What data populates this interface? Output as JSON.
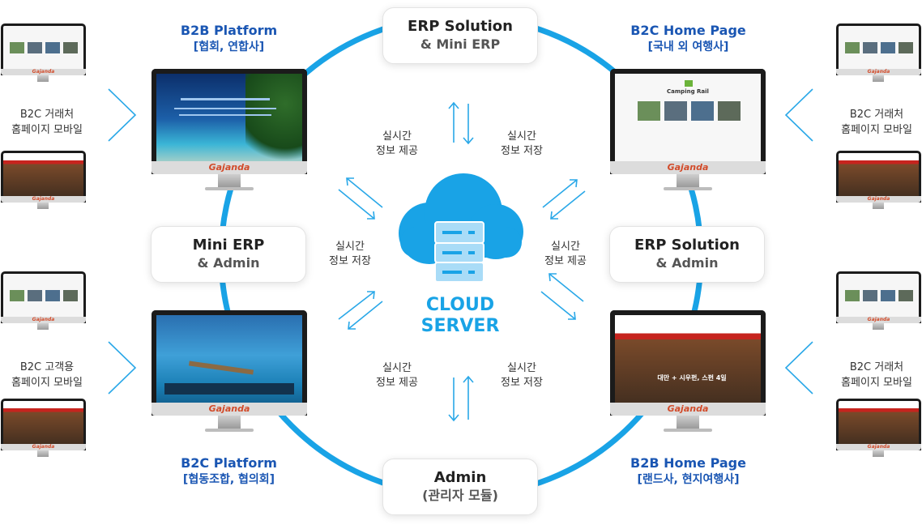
{
  "nodes": {
    "erp_top": {
      "line1": "ERP Solution",
      "line2": "& Mini ERP"
    },
    "mini_erp_left": {
      "line1": "Mini ERP",
      "line2": "& Admin"
    },
    "erp_right": {
      "line1": "ERP Solution",
      "line2": "& Admin"
    },
    "admin_bottom": {
      "line1": "Admin",
      "line2": "(관리자 모듈)"
    }
  },
  "platforms": {
    "b2b_platform": {
      "title": "B2B Platform",
      "sub": "[협회, 연합사]"
    },
    "b2c_home": {
      "title": "B2C Home Page",
      "sub": "[국내 외 여행사]"
    },
    "b2c_platform": {
      "title": "B2C Platform",
      "sub": "[협동조합, 협의회]"
    },
    "b2b_home": {
      "title": "B2B Home Page",
      "sub": "[랜드사, 현지여행사]"
    }
  },
  "flows": {
    "top_left": {
      "l1": "실시간",
      "l2": "정보 제공"
    },
    "top_right": {
      "l1": "실시간",
      "l2": "정보 저장"
    },
    "mid_left": {
      "l1": "실시간",
      "l2": "정보 저장"
    },
    "mid_right": {
      "l1": "실시간",
      "l2": "정보 제공"
    },
    "bottom_left": {
      "l1": "실시간",
      "l2": "정보 제공"
    },
    "bottom_right": {
      "l1": "실시간",
      "l2": "정보 저장"
    }
  },
  "cloud": {
    "line1": "CLOUD",
    "line2": "SERVER"
  },
  "mobiles": {
    "top_left": {
      "l1": "B2C 거래처",
      "l2": "홈페이지 모바일"
    },
    "top_right": {
      "l1": "B2C 거래처",
      "l2": "홈페이지 모바일"
    },
    "bottom_left": {
      "l1": "B2C 고객용",
      "l2": "홈페이지 모바일"
    },
    "bottom_right": {
      "l1": "B2C 거래처",
      "l2": "홈페이지 모바일"
    }
  },
  "screens": {
    "brand": "Gajanda",
    "camping_title": "Camping Rail",
    "tour_caption": "대만 + 시우펀, 스펀 4일"
  },
  "colors": {
    "ring": "#19a3e6",
    "accent_blue": "#1a56b3",
    "arrow": "#2aa8e8",
    "brand_red": "#d24b2a"
  }
}
